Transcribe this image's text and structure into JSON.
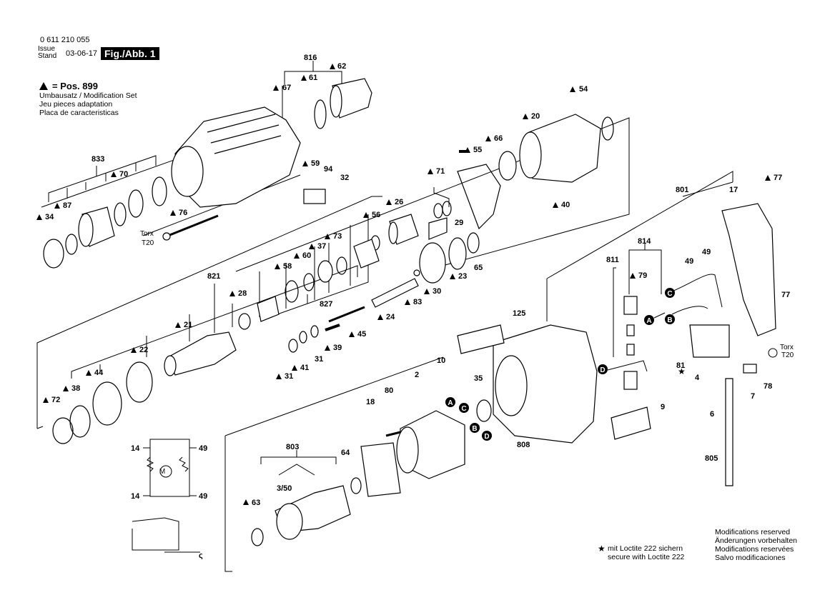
{
  "header": {
    "doc_number": "0 611 210 055",
    "issue_label_1": "Issue",
    "issue_label_2": "Stand",
    "issue_date": "03-06-17",
    "figure": "Fig./Abb. 1"
  },
  "legend": {
    "pos": "= Pos. 899",
    "lines": [
      "Umbausatz / Modification Set",
      "Jeu pieces adaptation",
      "Placa de caracteristicas"
    ]
  },
  "loctite": {
    "line1": "mit Loctite 222 sichern",
    "line2": "secure with Loctite 222"
  },
  "modifications": [
    "Modifications reserved",
    "Änderungen vorbehalten",
    "Modifications reservées",
    "Salvo modificaciones"
  ],
  "torx": {
    "label": "Torx",
    "size": "T20"
  },
  "callouts": {
    "c816": "816",
    "c61": "61",
    "c62": "62",
    "c67": "67",
    "c833": "833",
    "c70": "70",
    "c87": "87",
    "c34": "34",
    "c76": "76",
    "c59": "59",
    "c94": "94",
    "c32": "32",
    "c54": "54",
    "c20": "20",
    "c66": "66",
    "c55": "55",
    "c71": "71",
    "c40": "40",
    "c26": "26",
    "c56": "56",
    "c29": "29",
    "c73": "73",
    "c37": "37",
    "c60": "60",
    "c58": "58",
    "c28": "28",
    "c821": "821",
    "c65": "65",
    "c23": "23",
    "c30": "30",
    "c83": "83",
    "c24": "24",
    "c827": "827",
    "c45": "45",
    "c21": "21",
    "c39": "39",
    "c31a": "31",
    "c41": "41",
    "c31b": "31",
    "c22": "22",
    "c44": "44",
    "c38": "38",
    "c72": "72",
    "c801": "801",
    "c77a": "77",
    "c17": "17",
    "c77b": "77",
    "c814": "814",
    "c811": "811",
    "c79": "79",
    "c49a": "49",
    "c49b": "49",
    "c125": "125",
    "c10": "10",
    "c81": "81",
    "c4": "4",
    "c7": "7",
    "c78": "78",
    "c6": "6",
    "c805": "805",
    "c2": "2",
    "c35": "35",
    "c18": "18",
    "c80": "80",
    "c9": "9",
    "c808": "808",
    "c803": "803",
    "c64": "64",
    "c350": "3/50",
    "c63": "63",
    "w14a": "14",
    "w14b": "14",
    "w49a": "49",
    "w49b": "49"
  },
  "circle_markers": {
    "A": "A",
    "B": "B",
    "C": "C",
    "D": "D"
  }
}
